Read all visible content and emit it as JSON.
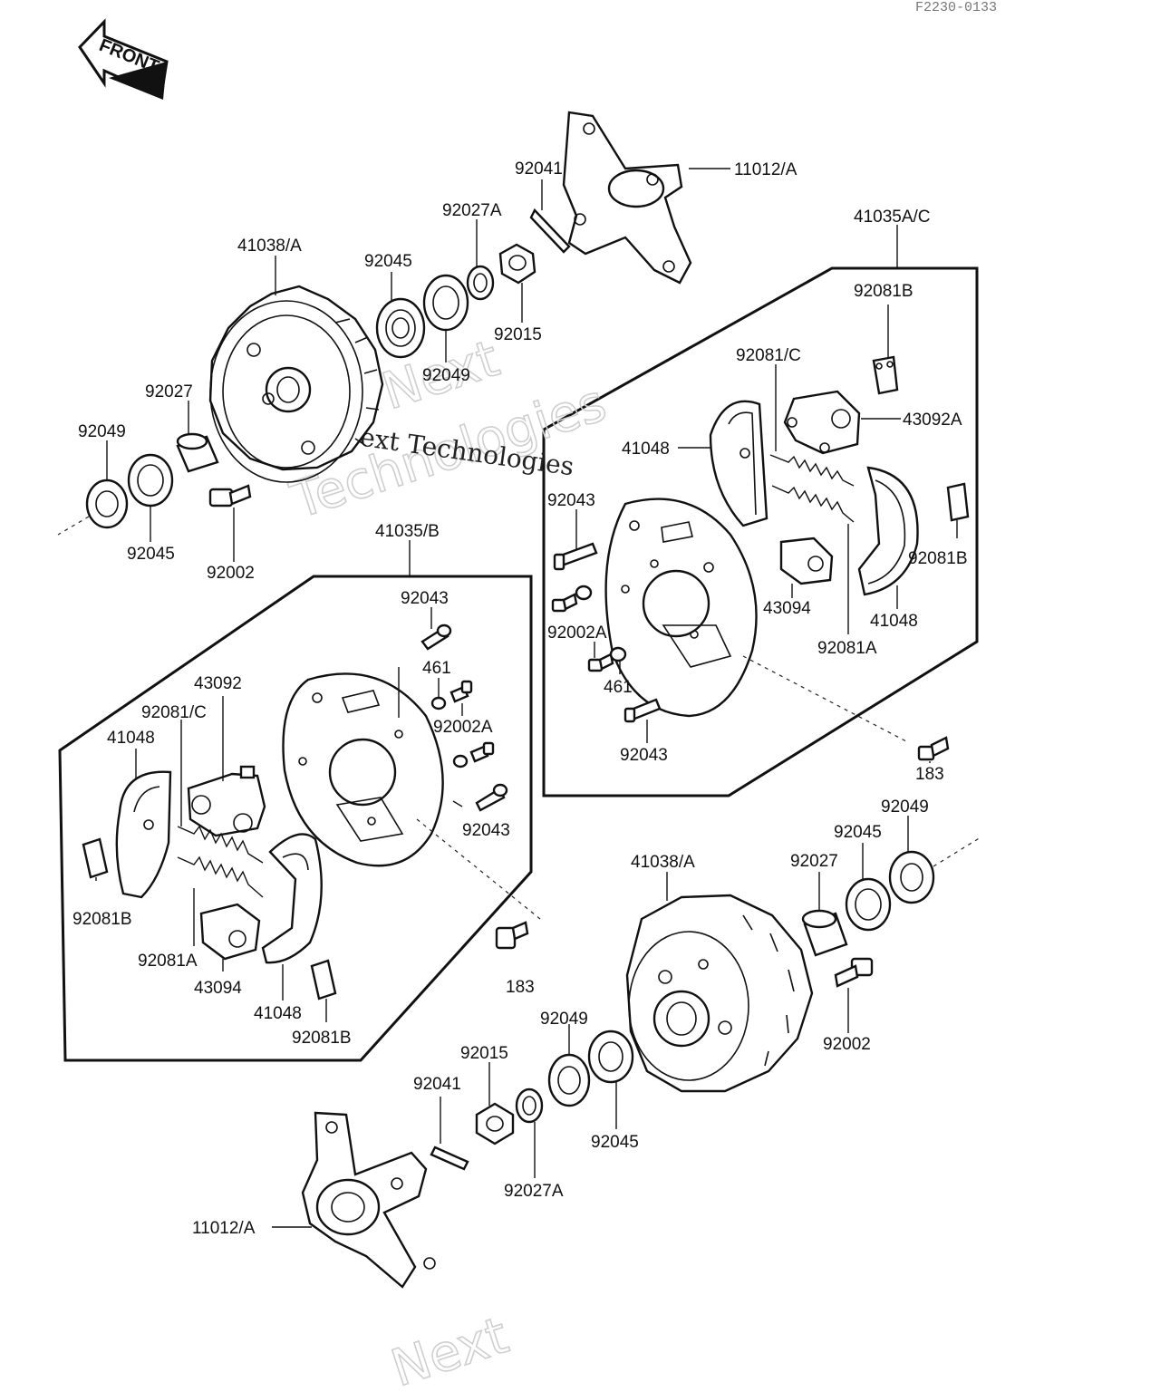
{
  "diagram_code": "F2230-0133",
  "front_badge": "FRONT",
  "watermark_lines": [
    "Next",
    "Technologies"
  ],
  "watermark_plain": "Next Technologies",
  "labels": {
    "hub_top": "11012/A",
    "cotter_top": "92041",
    "collar_top": "92027A",
    "bearing_a_top": "92045",
    "drum_top": "41038/A",
    "nut_top": "92015",
    "seal_a_top": "92049",
    "spacer_top_left": "92027",
    "seal_left": "92049",
    "bearing_left": "92045",
    "bolt_top_left": "92002",
    "assy_right": "41035A/C",
    "clip_r_top": "92081B",
    "spring_r_top": "92081/C",
    "cyl_r_top": "43092A",
    "shoe_r_top": "41048",
    "pin_r_top": "92043",
    "clip_r_right": "92081B",
    "cyl_r_bottom": "43094",
    "shoe_r_bottom": "41048",
    "bolt_r": "92002A",
    "spring_r_bottom": "92081A",
    "washer_r": "461",
    "pin_r_bottom": "92043",
    "bolt_183_r": "183",
    "assy_left": "41035/B",
    "pin_l_top": "92043",
    "cyl_l_top": "43092",
    "washer_l": "461",
    "spring_l_top": "92081/C",
    "bolt_l": "92002A",
    "shoe_l_top": "41048",
    "pin_l_bottom": "92043",
    "clip_l_left": "92081B",
    "spring_l_bottom": "92081A",
    "bolt_183_l": "183",
    "cyl_l_bottom": "43094",
    "shoe_l_bottom": "41048",
    "clip_l_bottom": "92081B",
    "seal_br": "92049",
    "bearing_br": "92045",
    "spacer_br": "92027",
    "drum_br": "41038/A",
    "bolt_br": "92002",
    "nut_bl": "92015",
    "seal_bl": "92049",
    "cotter_bl": "92041",
    "bearing_bl": "92045",
    "collar_bl": "92027A",
    "hub_bl": "11012/A"
  }
}
